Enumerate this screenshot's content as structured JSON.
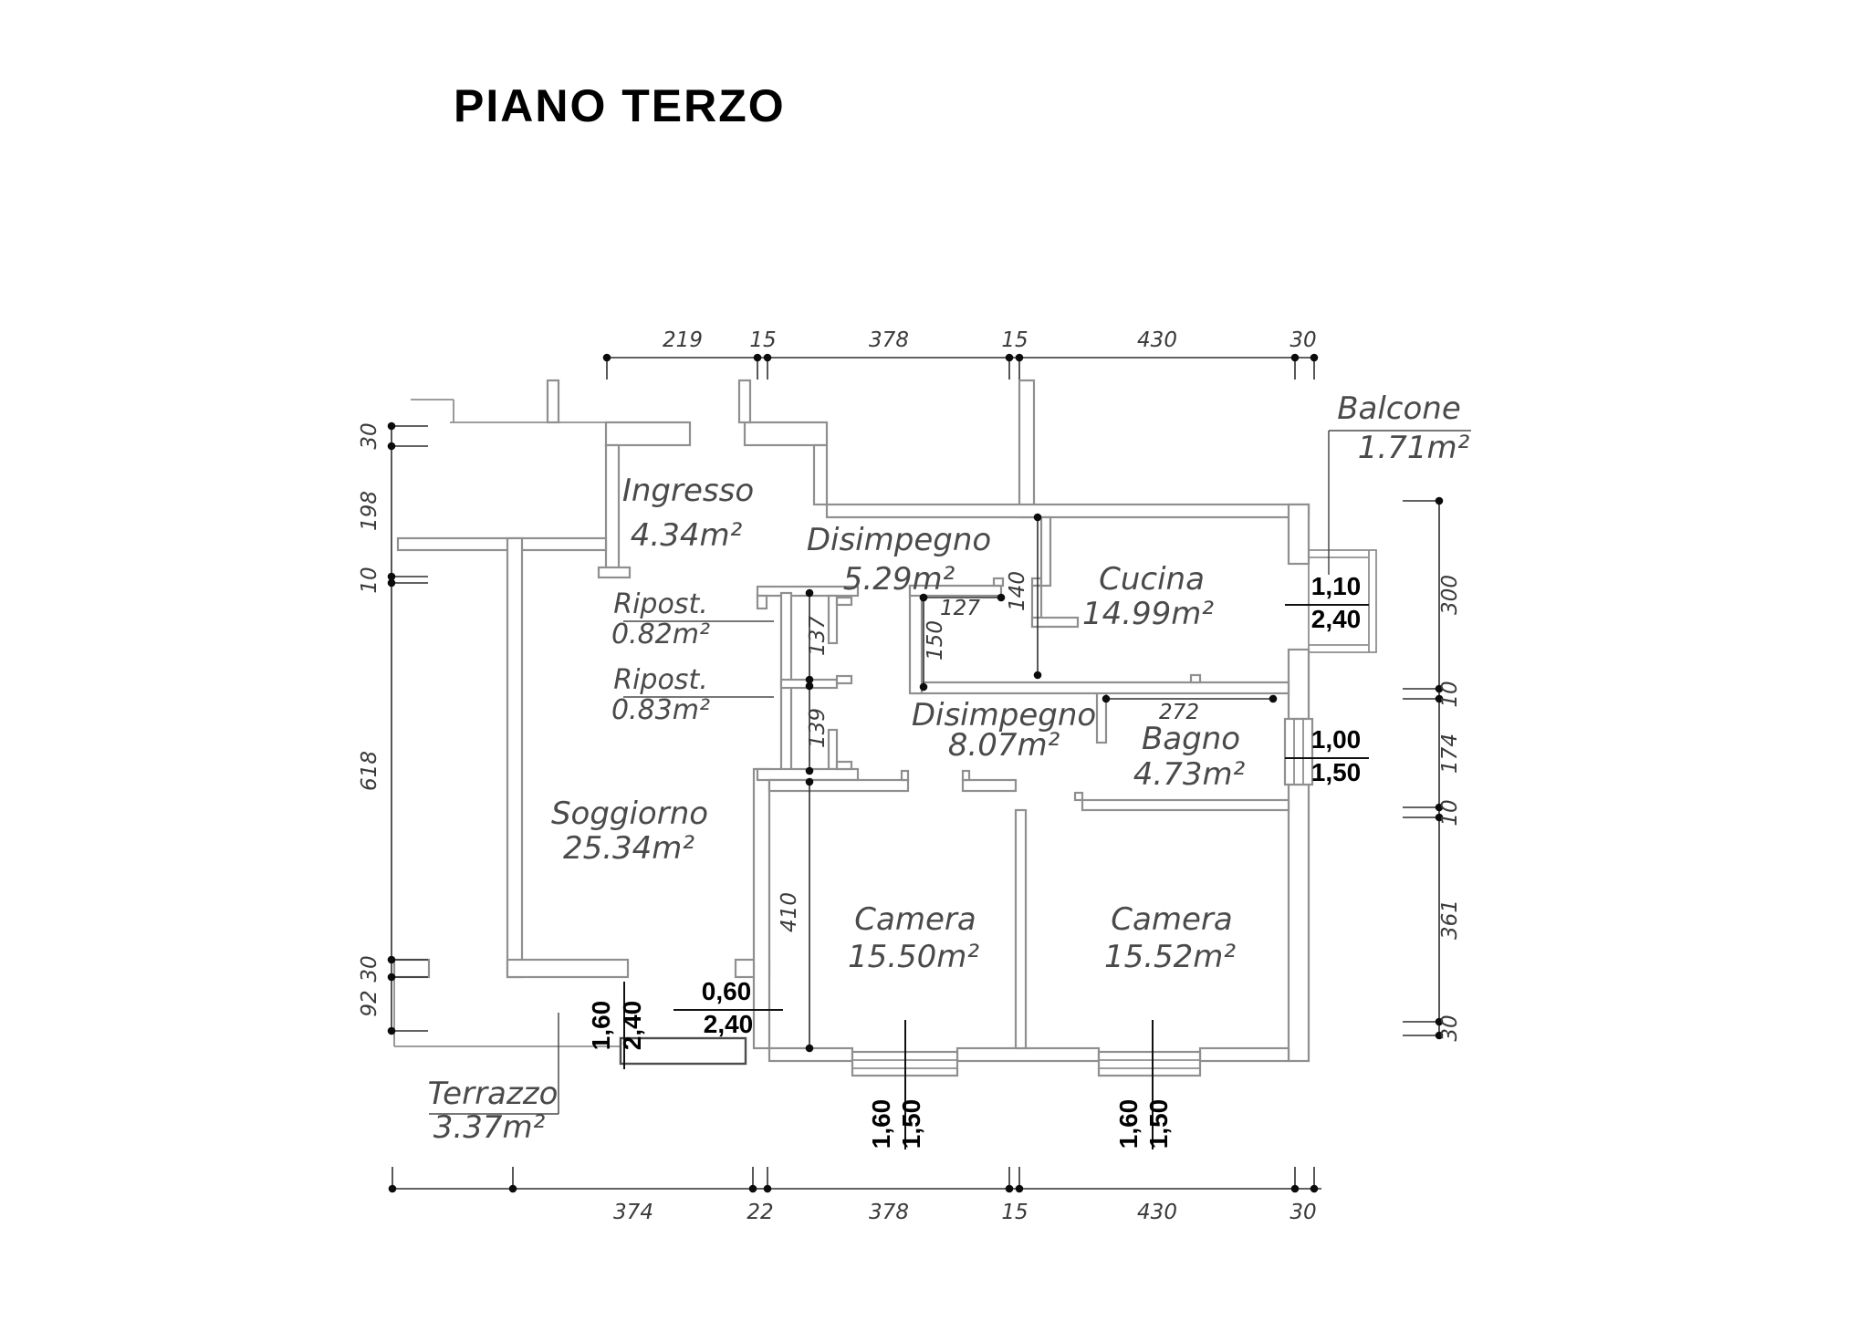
{
  "title": "PIANO TERZO",
  "rooms": {
    "ingresso": {
      "name": "Ingresso",
      "area": "4.34m²"
    },
    "disimpegno1": {
      "name": "Disimpegno",
      "area": "5.29m²"
    },
    "cucina": {
      "name": "Cucina",
      "area": "14.99m²"
    },
    "ripost1": {
      "name": "Ripost.",
      "area": "0.82m²"
    },
    "ripost2": {
      "name": "Ripost.",
      "area": "0.83m²"
    },
    "disimpegno2": {
      "name": "Disimpegno",
      "area": "8.07m²"
    },
    "bagno": {
      "name": "Bagno",
      "area": "4.73m²"
    },
    "soggiorno": {
      "name": "Soggiorno",
      "area": "25.34m²"
    },
    "camera1": {
      "name": "Camera",
      "area": "15.50m²"
    },
    "camera2": {
      "name": "Camera",
      "area": "15.52m²"
    },
    "terrazzo": {
      "name": "Terrazzo",
      "area": "3.37m²"
    },
    "balcone": {
      "name": "Balcone",
      "area": "1.71m²"
    }
  },
  "dims": {
    "top": [
      "219",
      "15",
      "378",
      "15",
      "430",
      "30"
    ],
    "bottom": [
      "374",
      "22",
      "378",
      "15",
      "430",
      "30"
    ],
    "left": [
      "30",
      "198",
      "10",
      "618",
      "30",
      "92"
    ],
    "right": [
      "300",
      "10",
      "174",
      "10",
      "361",
      "30"
    ],
    "interior": {
      "closet1": "137",
      "closet2": "139",
      "camera": "410",
      "kitchen_width": "127",
      "kitchen_depth": "150",
      "hall": "140",
      "bagno_width": "272"
    }
  },
  "openings": {
    "balcony_door": {
      "width": "1,10",
      "height": "2,40"
    },
    "bagno_window": {
      "width": "1,00",
      "height": "1,50"
    },
    "small_door": {
      "width": "0,60",
      "height": "2,40"
    },
    "terrace_door": {
      "width": "1,60",
      "height": "2,40"
    },
    "camera1_window": {
      "width": "1,60",
      "height": "1,50"
    },
    "camera2_window": {
      "width": "1,60",
      "height": "1,50"
    }
  }
}
